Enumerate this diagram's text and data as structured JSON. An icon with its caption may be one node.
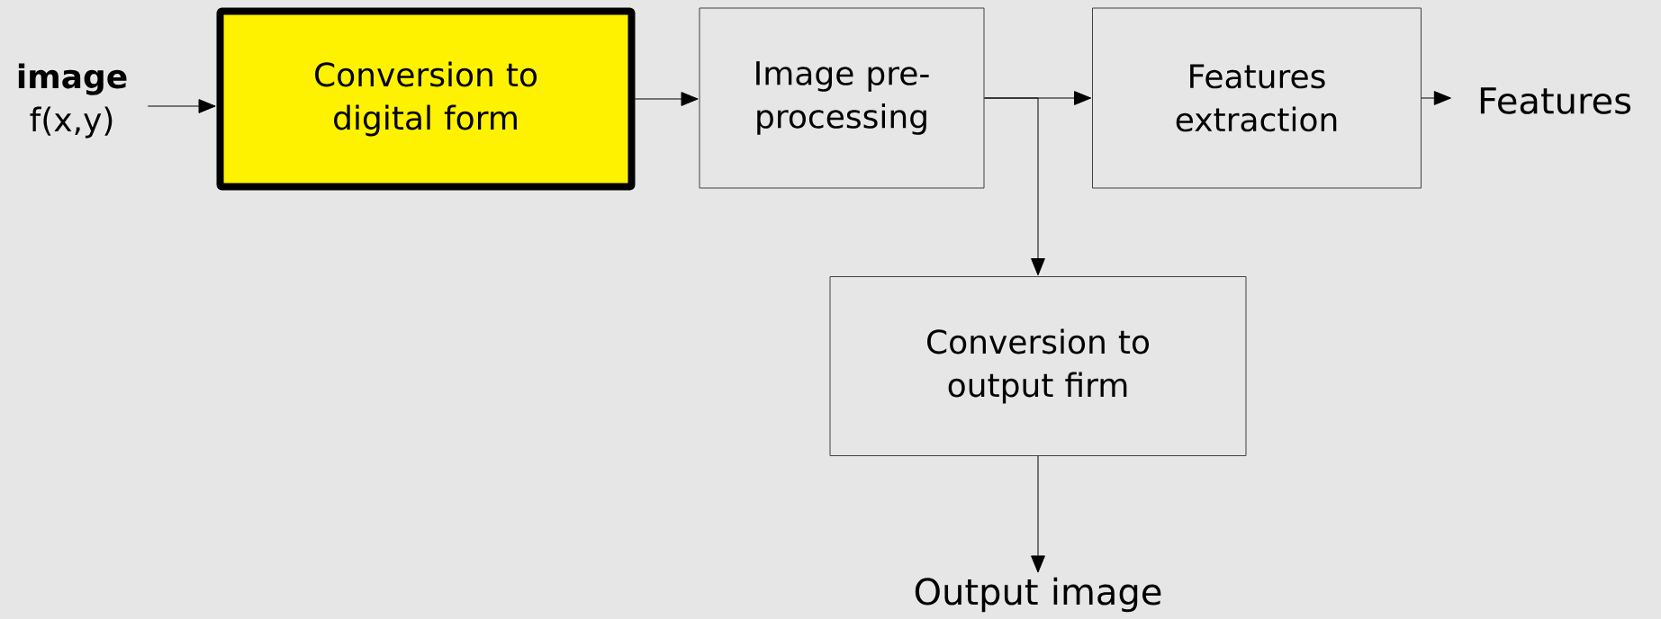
{
  "diagram": {
    "nodes": [
      {
        "text": [
          "image",
          "f(x,y)"
        ]
      },
      {
        "text": [
          "Conversion to digital form"
        ]
      },
      {
        "text": [
          "Image pre-processing"
        ]
      },
      {
        "text": [
          "Features extraction"
        ]
      },
      {
        "text": [
          "Features"
        ]
      },
      {
        "text": [
          "Conversion to output firm"
        ]
      },
      {
        "text": [
          "Output image"
        ]
      }
    ],
    "edges": [
      {
        "from": 0,
        "to": 1,
        "arrow": "to"
      },
      {
        "from": 1,
        "to": 2,
        "arrow": "to"
      },
      {
        "from": 2,
        "to": 3,
        "arrow": "to"
      },
      {
        "from": 2,
        "to": 5,
        "arrow": "to"
      },
      {
        "from": 3,
        "to": 4,
        "arrow": "to"
      },
      {
        "from": 5,
        "to": 6,
        "arrow": "to"
      }
    ]
  }
}
